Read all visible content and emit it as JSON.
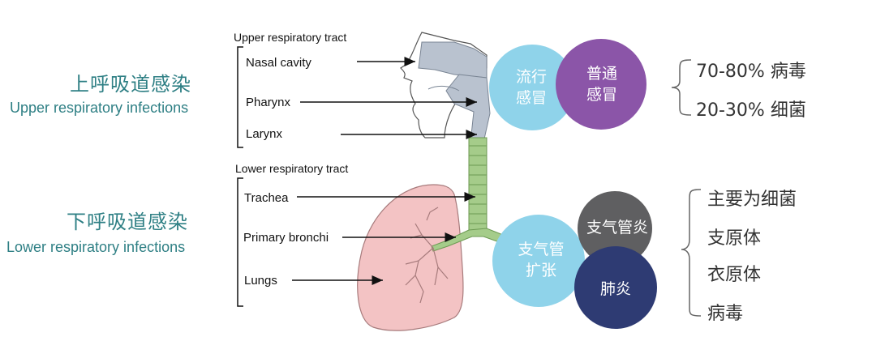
{
  "upper": {
    "zh": "上呼吸道感染",
    "en": "Upper respiratory infections",
    "tract_title": "Upper respiratory tract",
    "parts": [
      "Nasal cavity",
      "Pharynx",
      "Larynx"
    ]
  },
  "lower": {
    "zh": "下呼吸道感染",
    "en": "Lower respiratory infections",
    "tract_title": "Lower respiratory tract",
    "parts": [
      "Trachea",
      "Primary bronchi",
      "Lungs"
    ]
  },
  "circles": {
    "influenza": "流行感冒",
    "common_cold": "普通感冒",
    "bronchiectasis": "支气管扩张",
    "bronchitis": "支气管炎",
    "pneumonia": "肺炎"
  },
  "upper_causes": [
    "70-80% 病毒",
    "20-30% 细菌"
  ],
  "lower_causes": [
    "主要为细菌",
    "支原体",
    "衣原体",
    "病毒"
  ],
  "colors": {
    "teal_text": "#2e7f84",
    "light_blue": "#8fd3ea",
    "purple": "#8b55a8",
    "gray": "#5f5f61",
    "navy": "#2e3b73",
    "trachea_green": "#a5cc8a",
    "lung_pink": "#f3c3c4",
    "head_gray": "#b9c2cf"
  }
}
